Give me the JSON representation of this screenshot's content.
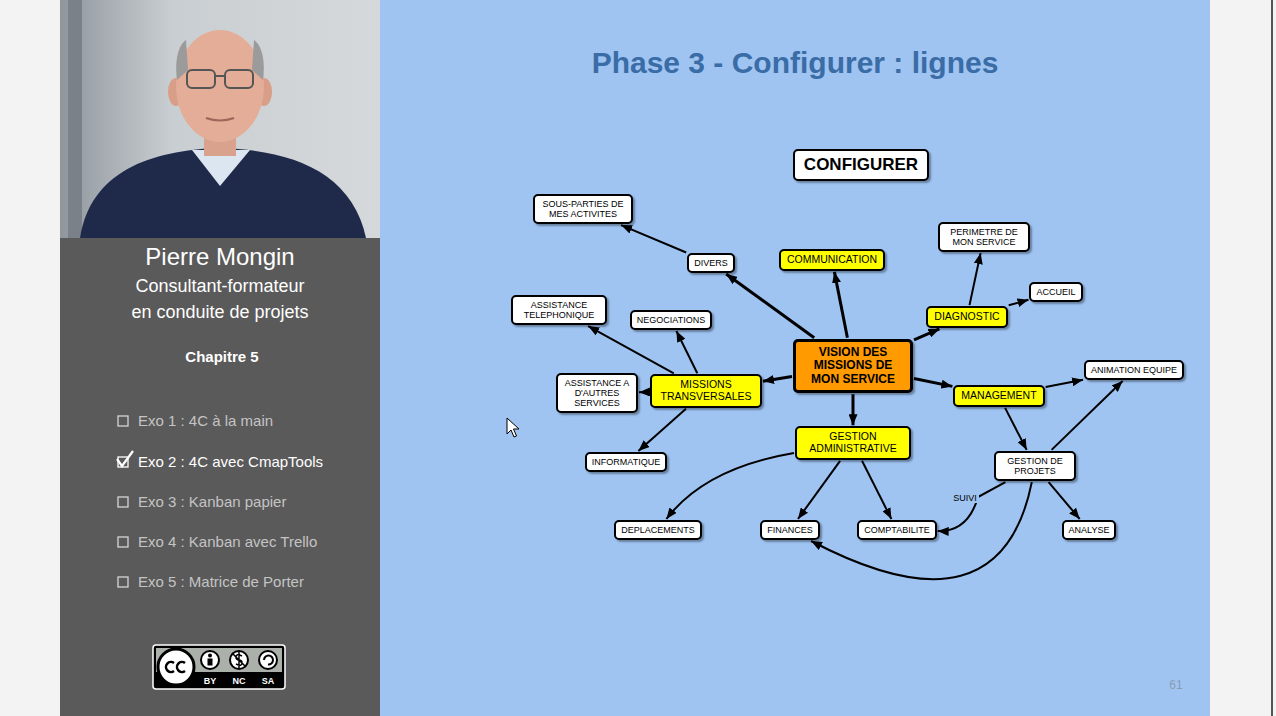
{
  "diagram": {
    "title": "Phase 3 - Configurer : lignes",
    "nodes": [
      {
        "text": [
          "CONFIGURER"
        ]
      },
      {
        "text": [
          "SOUS-PARTIES DE MES ACTIVITES"
        ]
      },
      {
        "text": [
          "PERIMETRE DE MON SERVICE"
        ]
      },
      {
        "text": [
          "DIVERS"
        ]
      },
      {
        "text": [
          "COMMUNICATION"
        ]
      },
      {
        "text": [
          "ACCUEIL"
        ]
      },
      {
        "text": [
          "DIAGNOSTIC"
        ]
      },
      {
        "text": [
          "ASSISTANCE TELEPHONIQUE"
        ]
      },
      {
        "text": [
          "NEGOCIATIONS"
        ]
      },
      {
        "text": [
          "VISION DES MISSIONS DE MON SERVICE"
        ]
      },
      {
        "text": [
          "ANIMATION EQUIPE"
        ]
      },
      {
        "text": [
          "ASSISTANCE A D'AUTRES SERVICES"
        ]
      },
      {
        "text": [
          "MISSIONS TRANSVERSALES"
        ]
      },
      {
        "text": [
          "MANAGEMENT"
        ]
      },
      {
        "text": [
          "GESTION ADMINISTRATIVE"
        ]
      },
      {
        "text": [
          "INFORMATIQUE"
        ]
      },
      {
        "text": [
          "GESTION DE PROJETS"
        ]
      },
      {
        "text": [
          "DEPLACEMENTS"
        ]
      },
      {
        "text": [
          "FINANCES"
        ]
      },
      {
        "text": [
          "COMPTABILITE"
        ]
      },
      {
        "text": [
          "ANALYSE"
        ]
      }
    ],
    "edges": [
      {
        "from": 9,
        "to": 3,
        "arrow": "to"
      },
      {
        "from": 3,
        "to": 1,
        "arrow": "to"
      },
      {
        "from": 9,
        "to": 4,
        "arrow": "to"
      },
      {
        "from": 9,
        "to": 6,
        "arrow": "to"
      },
      {
        "from": 6,
        "to": 2,
        "arrow": "to"
      },
      {
        "from": 6,
        "to": 5,
        "arrow": "to"
      },
      {
        "from": 9,
        "to": 12,
        "arrow": "to"
      },
      {
        "from": 12,
        "to": 7,
        "arrow": "to"
      },
      {
        "from": 12,
        "to": 8,
        "arrow": "to"
      },
      {
        "from": 12,
        "to": 11,
        "arrow": "to"
      },
      {
        "from": 12,
        "to": 15,
        "arrow": "to"
      },
      {
        "from": 9,
        "to": 13,
        "arrow": "to"
      },
      {
        "from": 13,
        "to": 10,
        "arrow": "to"
      },
      {
        "from": 13,
        "to": 16,
        "arrow": "to"
      },
      {
        "from": 16,
        "to": 10,
        "arrow": "to"
      },
      {
        "from": 16,
        "to": 20,
        "arrow": "to"
      },
      {
        "from": 16,
        "to": 19,
        "label": "SUIVI",
        "arrow": "to"
      },
      {
        "from": 16,
        "to": 18,
        "arrow": "to"
      },
      {
        "from": 9,
        "to": 14,
        "arrow": "to"
      },
      {
        "from": 14,
        "to": 17,
        "arrow": "to"
      },
      {
        "from": 14,
        "to": 18,
        "arrow": "to"
      },
      {
        "from": 14,
        "to": 19,
        "arrow": "to"
      }
    ],
    "labels": [
      "Pierre Mongin",
      "Consultant-formateur",
      "en conduite de projets",
      "Chapitre 5",
      "Exo 1 : 4C à la main",
      "Exo 2 : 4C avec CmapTools",
      "Exo 3 : Kanban papier",
      "Exo 4 : Kanban avec Trello",
      "Exo 5 : Matrice de Porter",
      "BY",
      "NC",
      "SA",
      "61"
    ]
  }
}
